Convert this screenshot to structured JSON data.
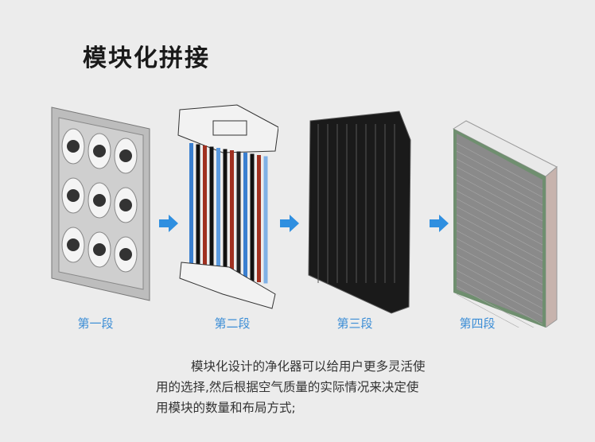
{
  "title": "模块化拼接",
  "stages": [
    {
      "label": "第一段"
    },
    {
      "label": "第二段"
    },
    {
      "label": "第三段"
    },
    {
      "label": "第四段"
    }
  ],
  "description": {
    "lines": [
      "模块化设计的净化器可以给用户更多灵活使",
      "用的选择,然后根据空气质量的实际情况来决定使",
      "用模块的数量和布局方式;"
    ]
  },
  "colors": {
    "accent": "#3d8ed6",
    "arrow": "#2f8fe0"
  }
}
